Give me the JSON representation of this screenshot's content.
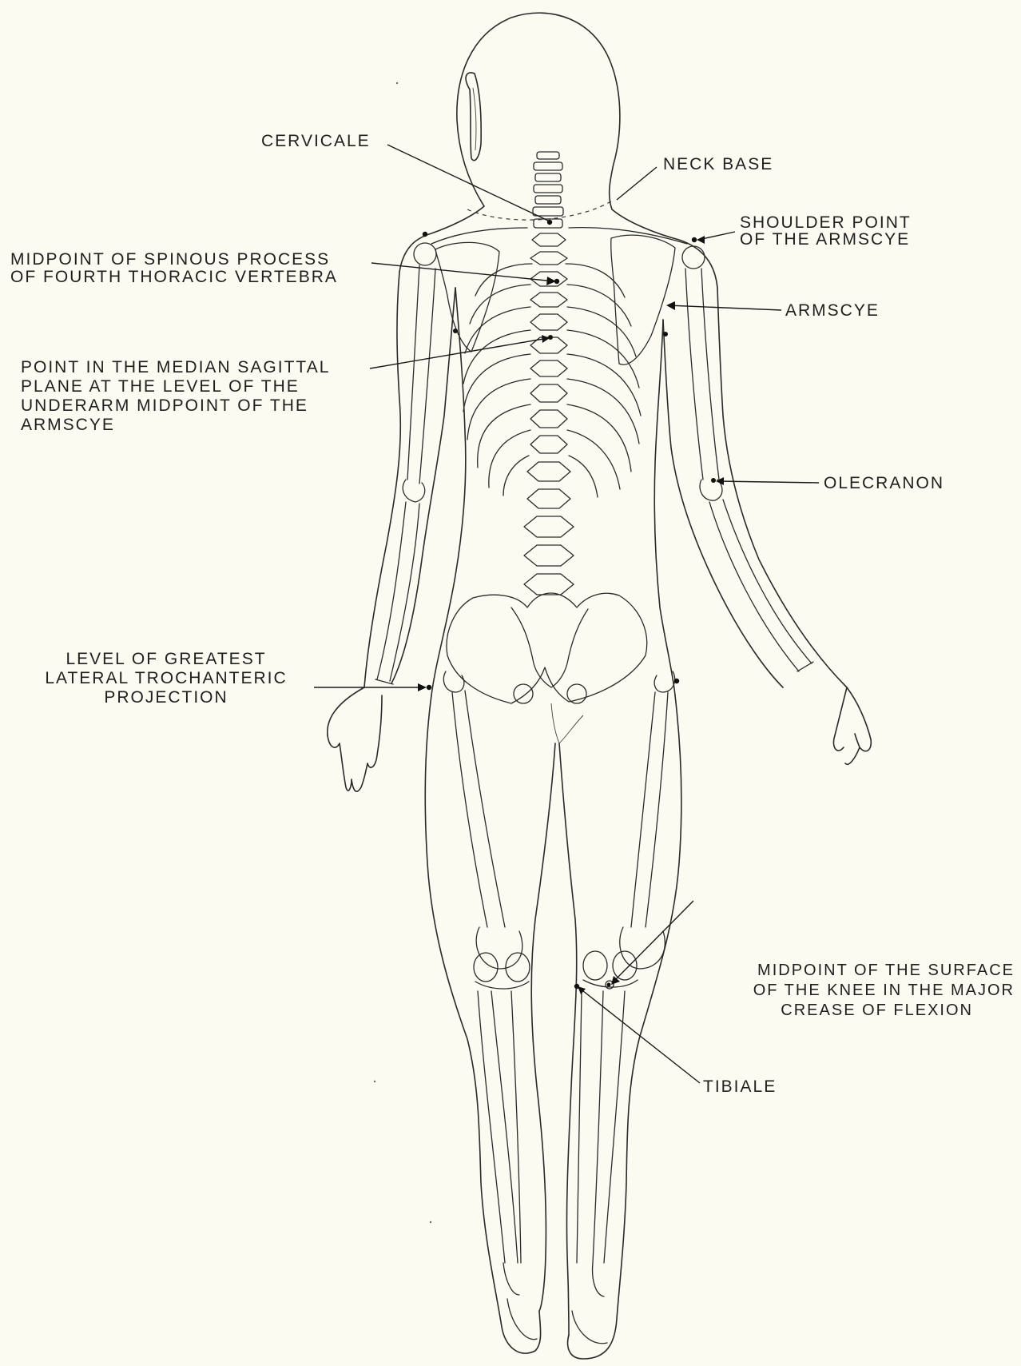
{
  "labels": {
    "cervicale": "CERVICALE",
    "neck_base": "NECK BASE",
    "shoulder_point": [
      "SHOULDER POINT",
      "OF THE ARMSCYE"
    ],
    "midpoint_spinous": [
      "MIDPOINT OF SPINOUS PROCESS",
      "OF FOURTH THORACIC VERTEBRA"
    ],
    "armscye": "ARMSCYE",
    "median_sagittal": [
      "POINT IN THE MEDIAN SAGITTAL",
      "PLANE AT THE LEVEL OF THE",
      "UNDERARM MIDPOINT OF THE",
      "ARMSCYE"
    ],
    "olecranon": "OLECRANON",
    "trochanteric": [
      "LEVEL OF GREATEST",
      "LATERAL TROCHANTERIC",
      "PROJECTION"
    ],
    "knee_midpoint": [
      "MIDPOINT OF THE SURFACE",
      "OF THE KNEE IN THE MAJOR",
      "CREASE OF FLEXION"
    ],
    "tibiale": "TIBIALE"
  },
  "colors": {
    "background": "#fbfbf1",
    "ink": "#1f1f1f"
  }
}
